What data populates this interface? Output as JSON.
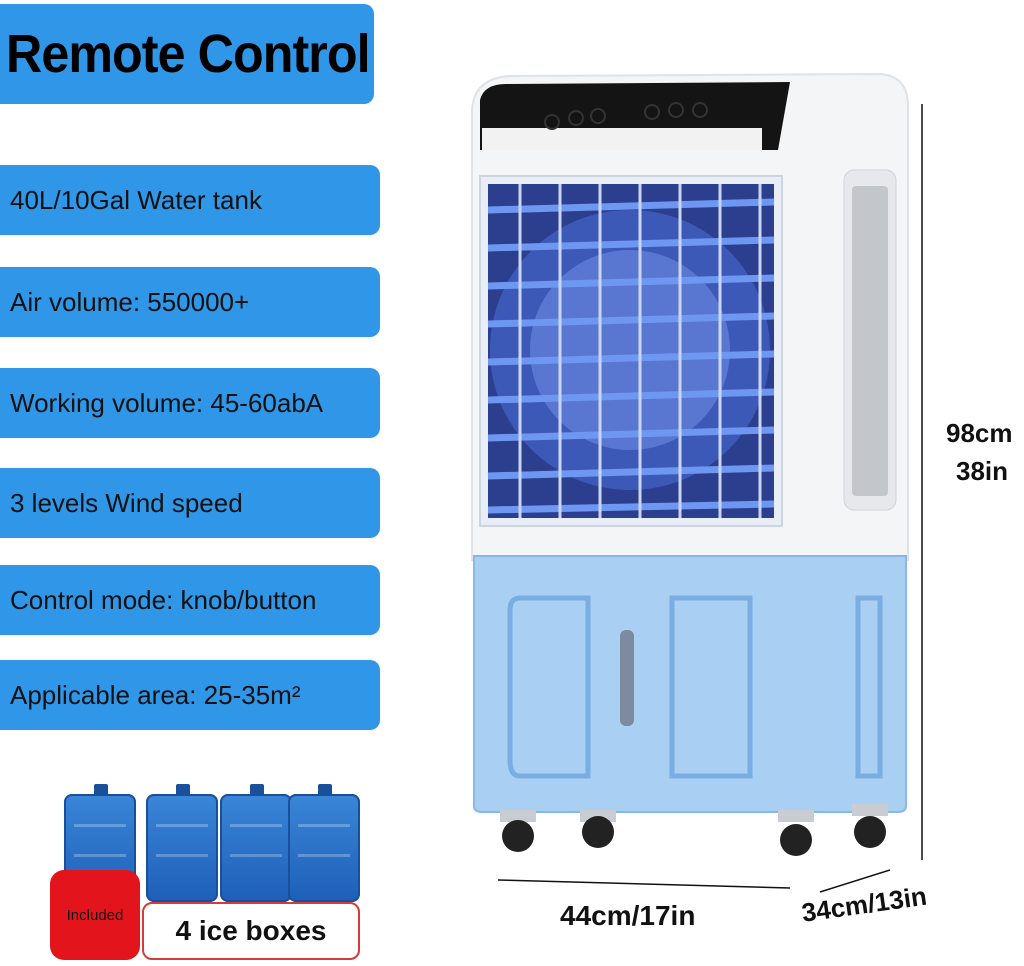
{
  "title": "Remote Control",
  "features": [
    "40L/10Gal  Water tank",
    "Air volume: 550000+",
    "Working volume: 45-60abA",
    "3 levels Wind speed",
    "Control mode: knob/button",
    "Applicable area: 25-35m²"
  ],
  "ice": {
    "badge": "Included",
    "label": "4 ice boxes"
  },
  "dimensions": {
    "height_cm": "98cm",
    "height_in": "38in",
    "width": "44cm/17in",
    "depth": "34cm/13in"
  },
  "colors": {
    "accent_blue": "#2f96e8",
    "tank_blue": "#a9cff2",
    "badge_red": "#e4141c"
  }
}
